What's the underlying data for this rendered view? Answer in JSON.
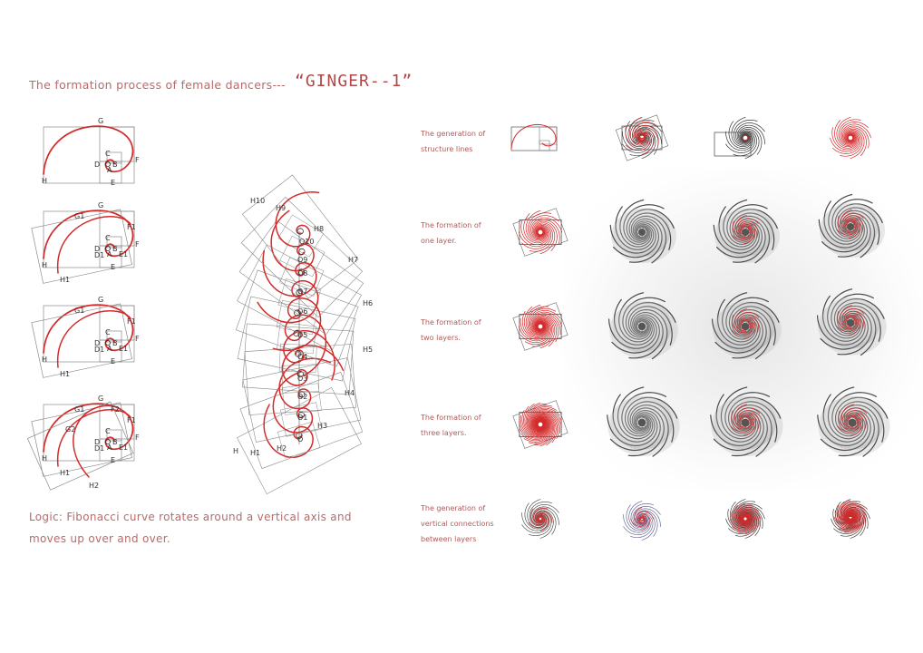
{
  "title": {
    "main": "The formation process of female dancers---",
    "name": "“GINGER--1”"
  },
  "logic": {
    "line1": "Logic: Fibonacci curve rotates around a vertical axis and",
    "line2": "moves up over and over."
  },
  "rows": [
    {
      "line1": "The generation of",
      "line2": "structure lines"
    },
    {
      "line1": "The formation of",
      "line2": "one layer."
    },
    {
      "line1": "The formation of",
      "line2": "two layers."
    },
    {
      "line1": "The formation of",
      "line2": "three layers."
    },
    {
      "line1": "The generation of",
      "line2": "vertical connections",
      "line3": "between layers"
    }
  ],
  "panel1_labels": [
    "G",
    "C",
    "D",
    "A",
    "B",
    "F",
    "H",
    "E"
  ],
  "panel2_labels": [
    "G",
    "G1",
    "F1",
    "C",
    "D",
    "A",
    "B",
    "F",
    "D1",
    "E",
    "E1",
    "H",
    "H1"
  ],
  "panel3_labels": [
    "G",
    "G1",
    "F1",
    "C",
    "D",
    "A",
    "B",
    "F",
    "D1",
    "E",
    "E1",
    "H",
    "H1"
  ],
  "panel4_labels": [
    "G",
    "F2",
    "G1",
    "G2",
    "F1",
    "C",
    "D",
    "A",
    "B",
    "F",
    "D1",
    "E",
    "E1",
    "H",
    "H1",
    "H2"
  ],
  "tower_labels": [
    "H10",
    "H9",
    "H8",
    "O10",
    "O9",
    "O8",
    "H7",
    "O7",
    "O6",
    "H6",
    "O5",
    "O4",
    "H5",
    "O3",
    "O2",
    "H4",
    "O1",
    "H3",
    "O",
    "H",
    "H1",
    "H2"
  ],
  "colors": {
    "accent": "#d42a2a",
    "text": "#b45a5a",
    "line": "#8a8a8a"
  }
}
